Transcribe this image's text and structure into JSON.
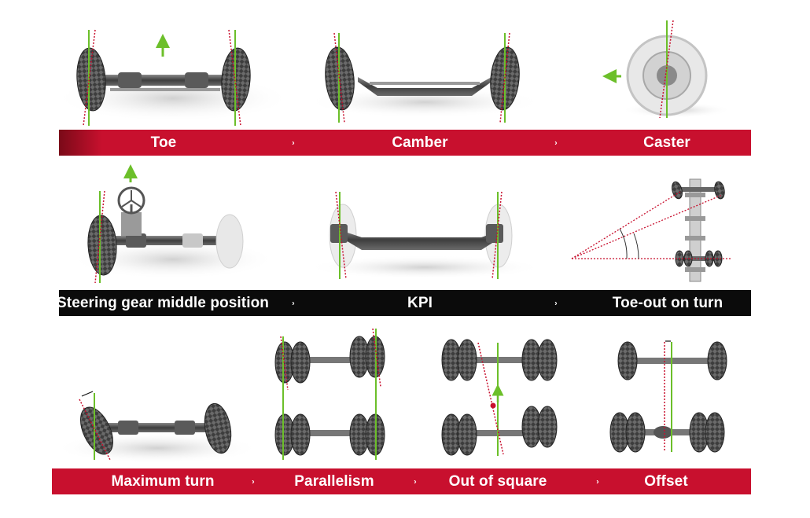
{
  "rows": [
    {
      "style": "red",
      "labels": [
        "Toe",
        "Camber",
        "Caster"
      ],
      "separator": "›"
    },
    {
      "style": "black",
      "labels": [
        "Steering gear middle position",
        "KPI",
        "Toe-out on turn"
      ],
      "separator": "›"
    },
    {
      "style": "red",
      "labels": [
        "Maximum turn",
        "Parallelism",
        "Out of square",
        "Offset"
      ],
      "separator": "›"
    }
  ],
  "colors": {
    "brand_red": "#c8102e",
    "band_black": "#0b0b0b",
    "indicator_green": "#6cbf2a",
    "reference_red_dotted": "#c8102e",
    "tire": "#3a3a3a"
  }
}
